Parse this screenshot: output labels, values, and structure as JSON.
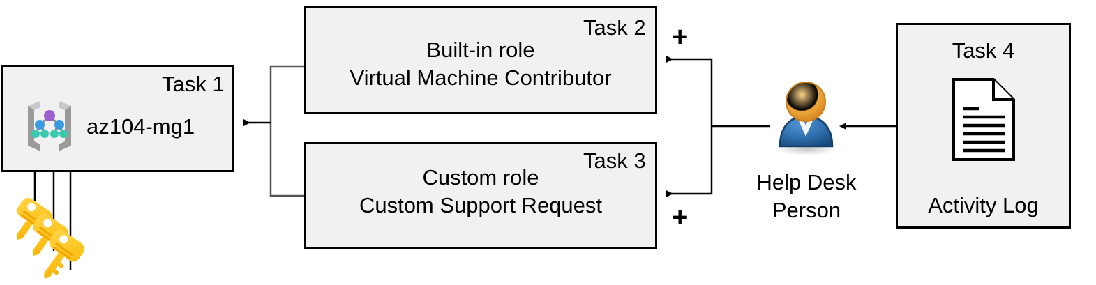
{
  "diagram": {
    "title": "Azure RBAC task assignment diagram",
    "background": "#ffffff",
    "box_fill": "#f1f1f1",
    "box_stroke": "#000000",
    "nodes": [
      {
        "id": "task1",
        "corner_label": "Task 1",
        "text": "az104-mg1",
        "icon": "management-group-icon"
      },
      {
        "id": "task2",
        "corner_label": "Task 2",
        "line1": "Built-in role",
        "line2": "Virtual Machine Contributor"
      },
      {
        "id": "task3",
        "corner_label": "Task 3",
        "line1": "Custom role",
        "line2": "Custom Support Request"
      },
      {
        "id": "task4",
        "corner_label": "Task 4",
        "text": "Activity Log",
        "icon": "document-icon"
      }
    ],
    "actor": {
      "caption_line1": "Help Desk",
      "caption_line2": "Person",
      "icon": "person-icon",
      "head_color": "#e8a33d",
      "body_color": "#2b6cb0"
    },
    "operators": [
      {
        "id": "plus-top",
        "symbol": "+"
      },
      {
        "id": "plus-bottom",
        "symbol": "+"
      }
    ],
    "keys_icon": {
      "name": "keys-icon",
      "count": 3,
      "color": "#fcc21b"
    }
  }
}
